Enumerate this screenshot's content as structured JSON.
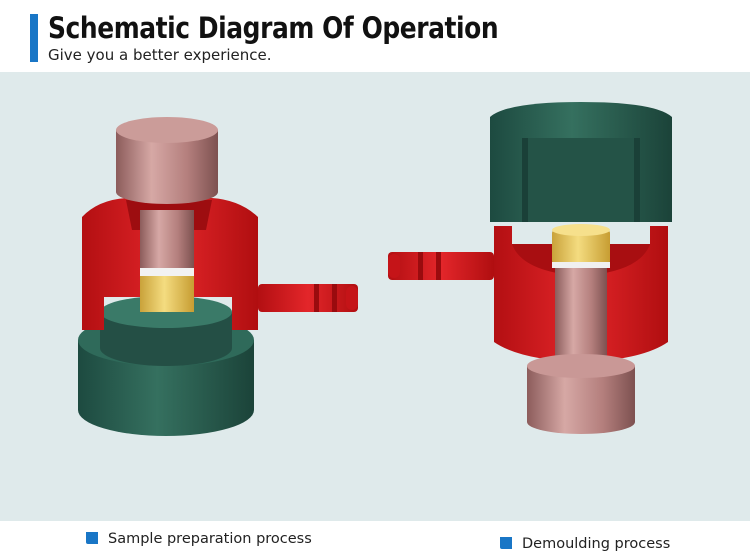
{
  "header": {
    "title": "Schematic Diagram Of Operation",
    "subtitle": "Give you a better experience."
  },
  "captions": {
    "sample_preparation": "Sample preparation process",
    "demoulding": "Demoulding process"
  },
  "colors": {
    "accent": "#1976c6",
    "background": "#dfeaeb",
    "mold_red": "#d71a1c",
    "base_green": "#2b6356",
    "punch_pink": "#b98482",
    "sample_yellow": "#e6c24e"
  }
}
